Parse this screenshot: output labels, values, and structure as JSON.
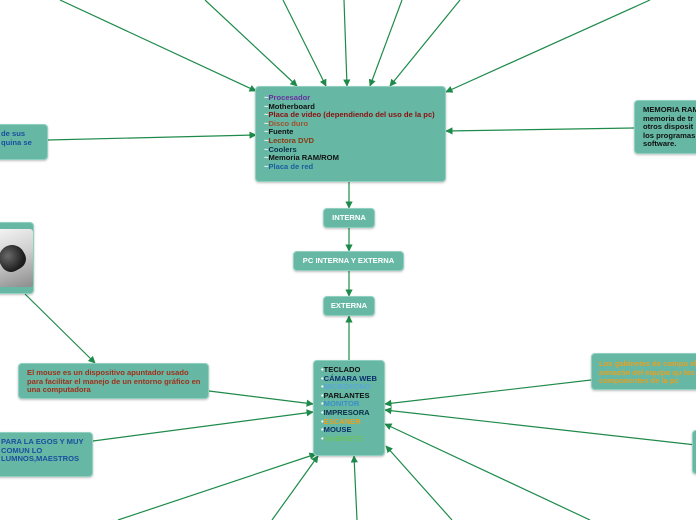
{
  "colors": {
    "node_fill": "#66b8a4",
    "edge": "#1e8a4a"
  },
  "nodes": {
    "interna_components": [
      {
        "text": "Procesador",
        "color": "#6b2fa0"
      },
      {
        "text": "Motherboard",
        "color": "#111111"
      },
      {
        "text": "Placa de video (dependiendo del uso de la pc)",
        "color": "#8b1010"
      },
      {
        "text": "Disco duro",
        "color": "#a0522d"
      },
      {
        "text": "Fuente",
        "color": "#111111"
      },
      {
        "text": "Lectora DVD",
        "color": "#8b3a0f"
      },
      {
        "text": "Coolers",
        "color": "#0b2e4a"
      },
      {
        "text": "Memoria RAM/ROM",
        "color": "#111111"
      },
      {
        "text": "Placa de red",
        "color": "#1a5fa0"
      }
    ],
    "externa_components": [
      {
        "text": "TECLADO",
        "color": "#111111"
      },
      {
        "text": "CÁMARA WEB",
        "color": "#0b2e6a"
      },
      {
        "text": "MICRÓFONO",
        "color": "#5aa6d8"
      },
      {
        "text": "PARLANTES",
        "color": "#111111"
      },
      {
        "text": "MONITOR",
        "color": "#3a8fc8"
      },
      {
        "text": "IMPRESORA",
        "color": "#0b2e4a"
      },
      {
        "text": "ESCANER",
        "color": "#e8a020"
      },
      {
        "text": "MOUSE",
        "color": "#0b2e6a"
      },
      {
        "text": "GABINETE",
        "color": "#6cc060"
      }
    ],
    "interna_label": "INTERNA",
    "root_label": "PC INTERNA Y EXTERNA",
    "externa_label": "EXTERNA",
    "memoria_text": "MEMORIA RAM memoria de tr otros disposit los programas software.",
    "left_top_text": "de sus quina se",
    "mouse_text": "El mouse es un dispositivo apuntador usado para facilitar el manejo de un entorno gráfico en una computadora",
    "gabinete_text": "Los gabinetes de compu el armazón del equipo qu los componentes de la pc",
    "left_bottom_text": "PARA LA EGOS Y MUY COMUN LO LUMNOS,MAESTROS"
  }
}
